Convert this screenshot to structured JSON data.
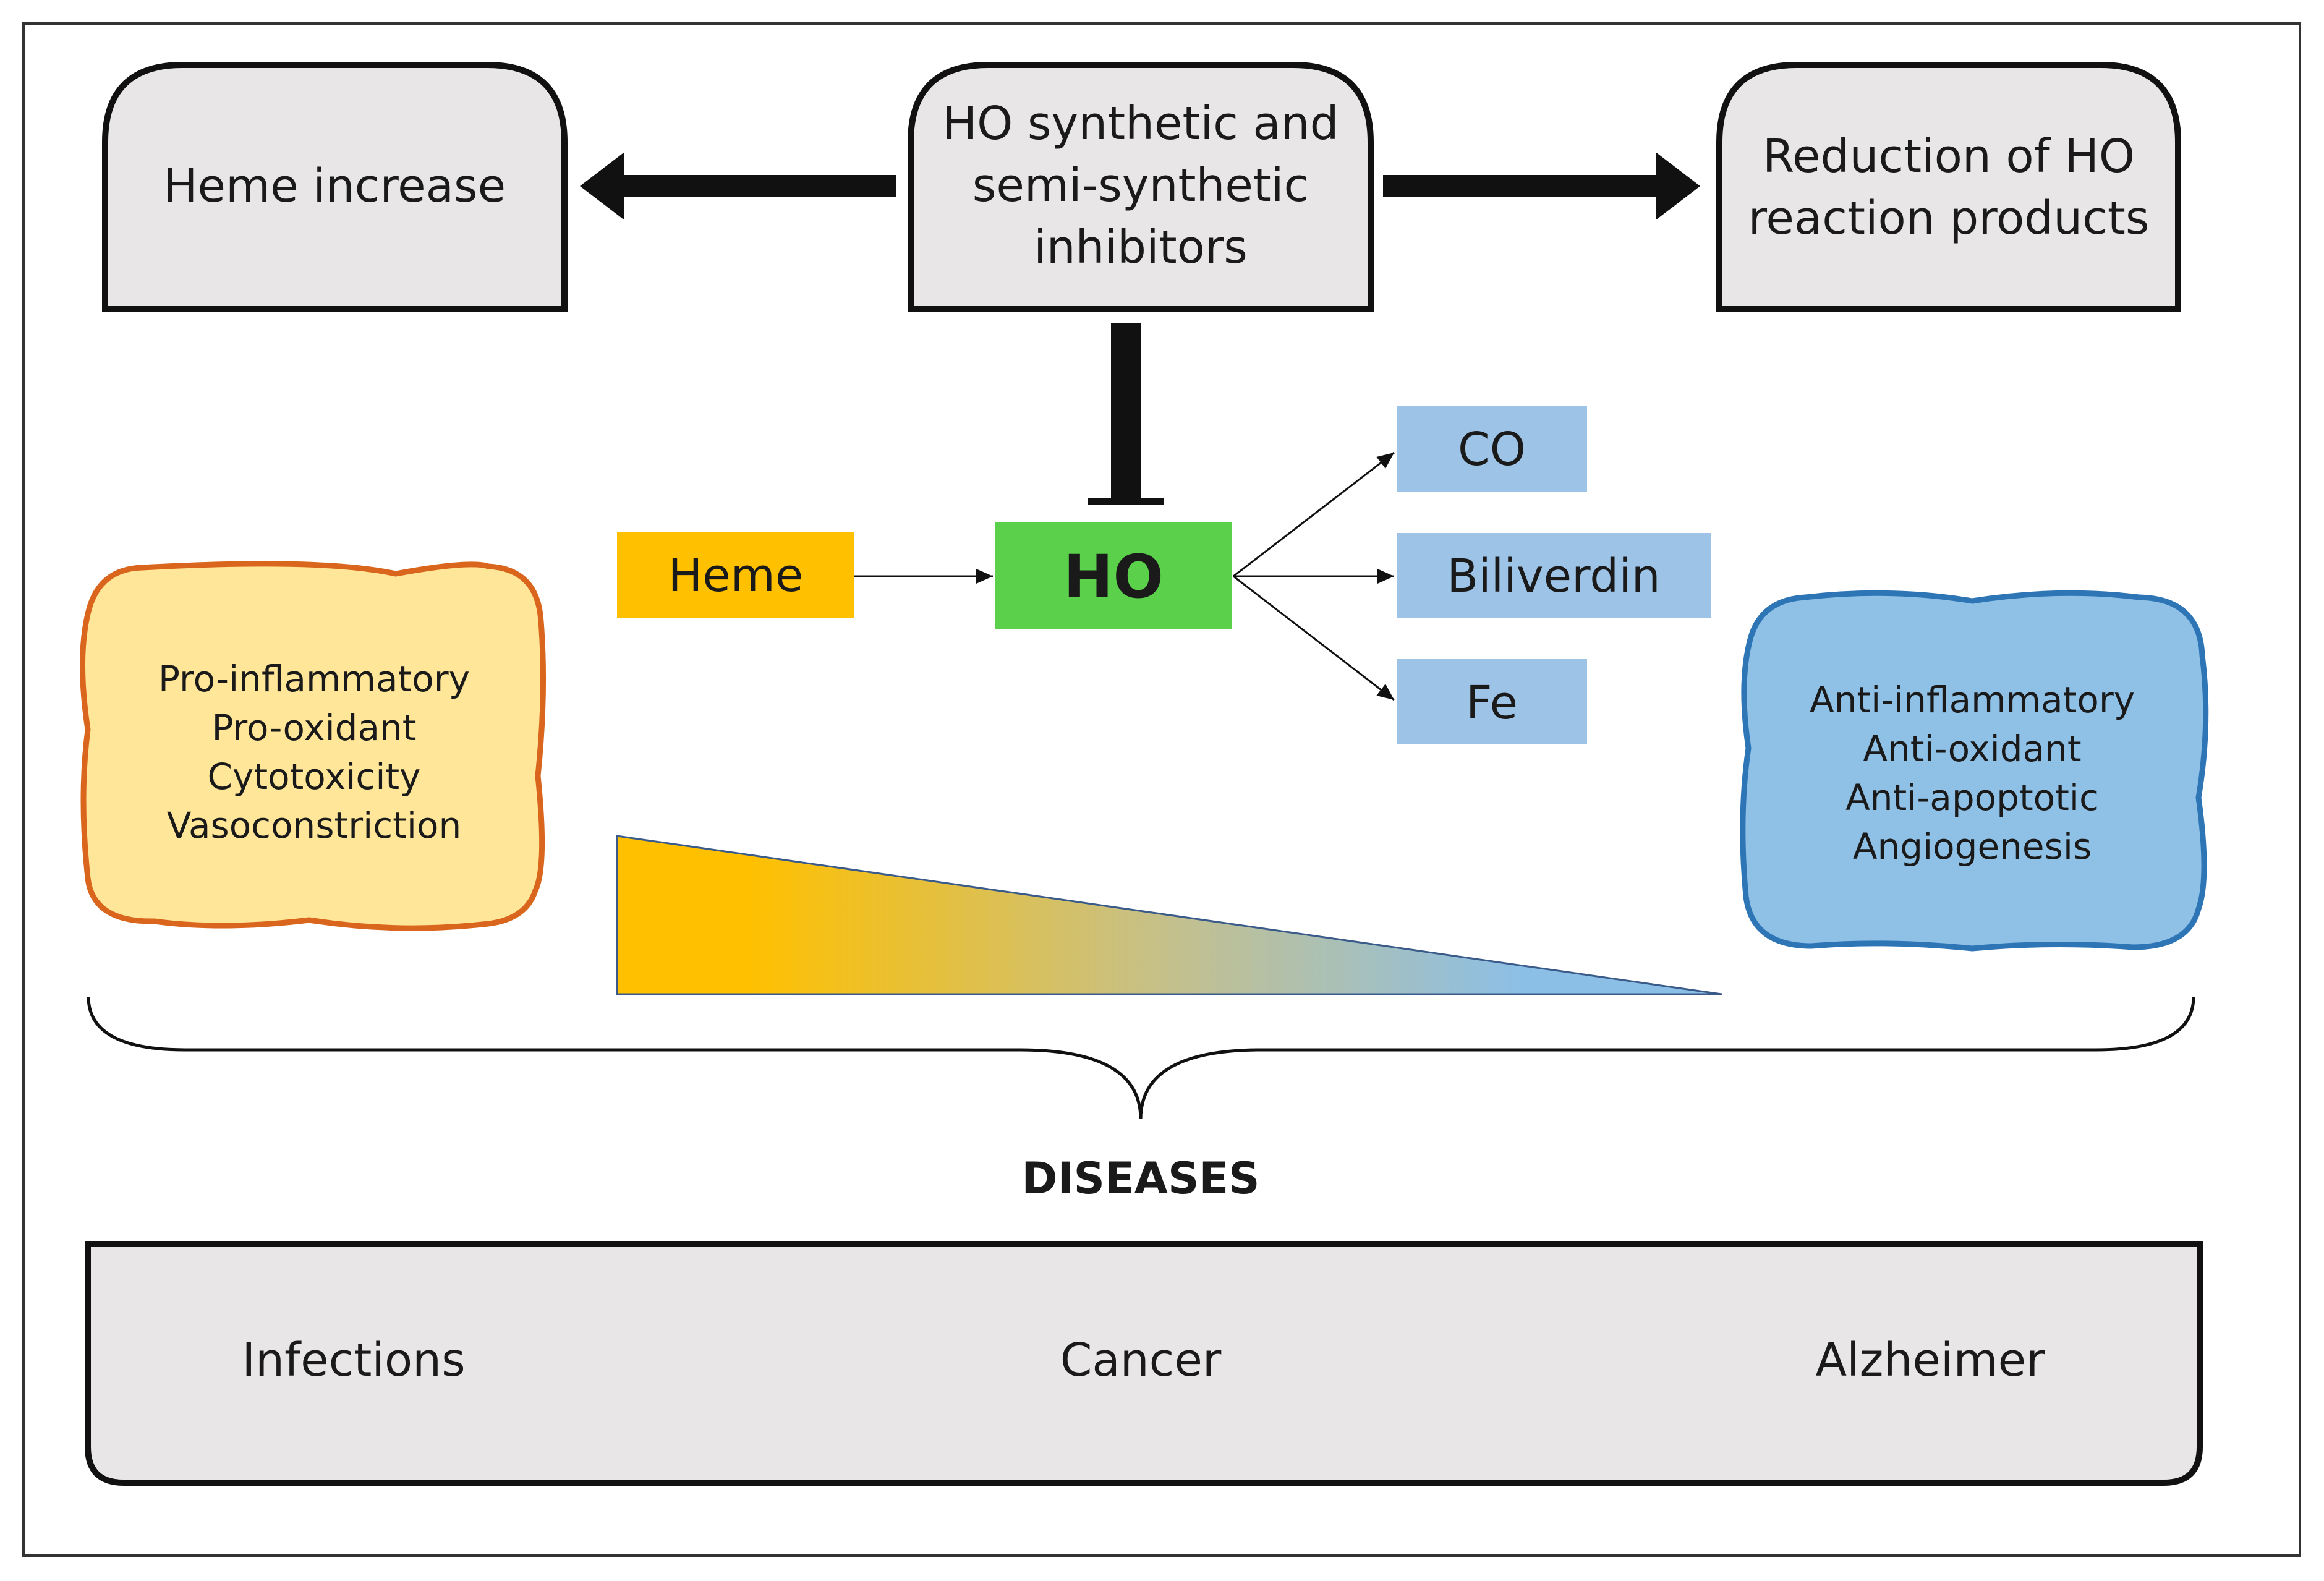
{
  "top": {
    "left_box": "Heme increase",
    "center_box": [
      "HO synthetic and",
      "semi-synthetic",
      "inhibitors"
    ],
    "right_box": [
      "Reduction of HO",
      "reaction products"
    ]
  },
  "pathway": {
    "substrate": "Heme",
    "enzyme": "HO",
    "products": [
      "CO",
      "Biliverdin",
      "Fe"
    ]
  },
  "effects": {
    "harmful": [
      "Pro-inflammatory",
      "Pro-oxidant",
      "Cytotoxicity",
      "Vasoconstriction"
    ],
    "protective": [
      "Anti-inflammatory",
      "Anti-oxidant",
      "Anti-apoptotic",
      "Angiogenesis"
    ]
  },
  "diseases_label": "DISEASES",
  "diseases": [
    "Infections",
    "Cancer",
    "Alzheimer"
  ],
  "colors": {
    "box_gray": "#e8e6e6",
    "heme_orange": "#ffc000",
    "ho_green": "#5bd14b",
    "product_blue": "#9dc3e6",
    "harmful_fill": "#ffe699",
    "harmful_stroke": "#d9661c",
    "protective_fill": "#8fc0e6",
    "protective_stroke": "#2e75b6"
  }
}
